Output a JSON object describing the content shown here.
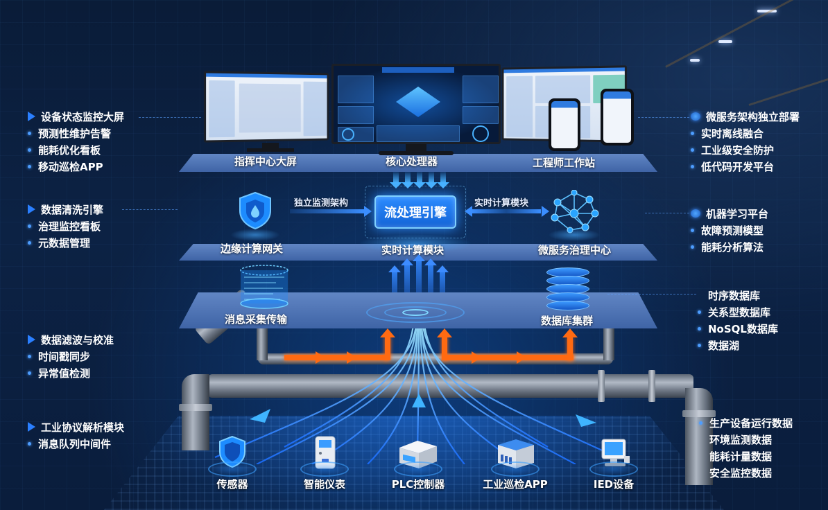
{
  "layers": {
    "application": {
      "items": [
        {
          "label": "指挥中心大屏"
        },
        {
          "label": "核心处理器"
        },
        {
          "label": "工程师工作站"
        }
      ]
    },
    "computing": {
      "engine_label": "流处理引擎",
      "left_arrow_label": "独立监测架构",
      "right_arrow_label": "实时计算模块",
      "items": [
        {
          "label": "边缘计算网关"
        },
        {
          "label": "实时计算模块"
        },
        {
          "label": "微服务治理中心"
        }
      ]
    },
    "storage": {
      "items": [
        {
          "label": "消息采集传输"
        },
        {
          "label": "数据库集群"
        }
      ]
    },
    "devices": {
      "items": [
        {
          "label": "传感器",
          "icon": "shield-sensor-icon"
        },
        {
          "label": "智能仪表",
          "icon": "meter-icon"
        },
        {
          "label": "PLC控制器",
          "icon": "plc-box-icon"
        },
        {
          "label": "工业巡检APP",
          "icon": "server-rack-icon"
        },
        {
          "label": "IED设备",
          "icon": "monitor-terminal-icon"
        }
      ]
    }
  },
  "left_annotations": [
    {
      "head": "设备状态监控大屏",
      "items": [
        "预测性维护告警",
        "能耗优化看板",
        "移动巡检APP"
      ]
    },
    {
      "head": "数据清洗引擎",
      "items": [
        "治理监控看板",
        "元数据管理"
      ]
    },
    {
      "head": "数据滤波与校准",
      "items": [
        "时间戳同步",
        "异常值检测"
      ]
    },
    {
      "head": "工业协议解析模块",
      "items": [
        "消息队列中间件"
      ]
    }
  ],
  "right_annotations": [
    {
      "head": "微服务架构独立部署",
      "items": [
        "实时离线融合",
        "工业级安全防护",
        "低代码开发平台"
      ]
    },
    {
      "head": "机器学习平台",
      "items": [
        "故障预测模型",
        "能耗分析算法"
      ]
    },
    {
      "head": "时序数据库",
      "items": [
        "关系型数据库",
        "NoSQL数据库",
        "数据湖"
      ]
    },
    {
      "head": "生产设备运行数据",
      "items": [
        "环境监测数据",
        "能耗计量数据",
        "安全监控数据"
      ]
    }
  ],
  "colors": {
    "background": "#0b1f3f",
    "layer": "#4f74b6",
    "accent_blue": "#2a8cff",
    "flow_orange": "#ff6a12"
  }
}
